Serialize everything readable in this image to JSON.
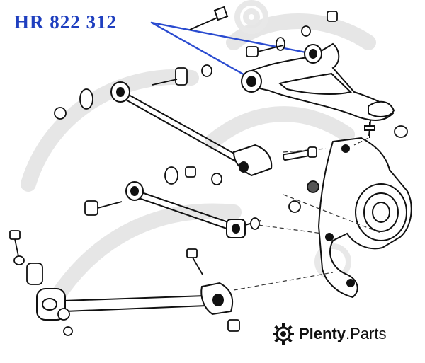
{
  "callout": {
    "part_number": "HR 822 312"
  },
  "brand": {
    "name_bold": "Plenty",
    "name_suffix": ".Parts",
    "icon": "gear-logo-icon"
  },
  "colors": {
    "callout_text": "#1f3fbf",
    "leader_line": "#2a4bd0",
    "line_art": "#111111",
    "watermark": "#e3e3e3"
  }
}
